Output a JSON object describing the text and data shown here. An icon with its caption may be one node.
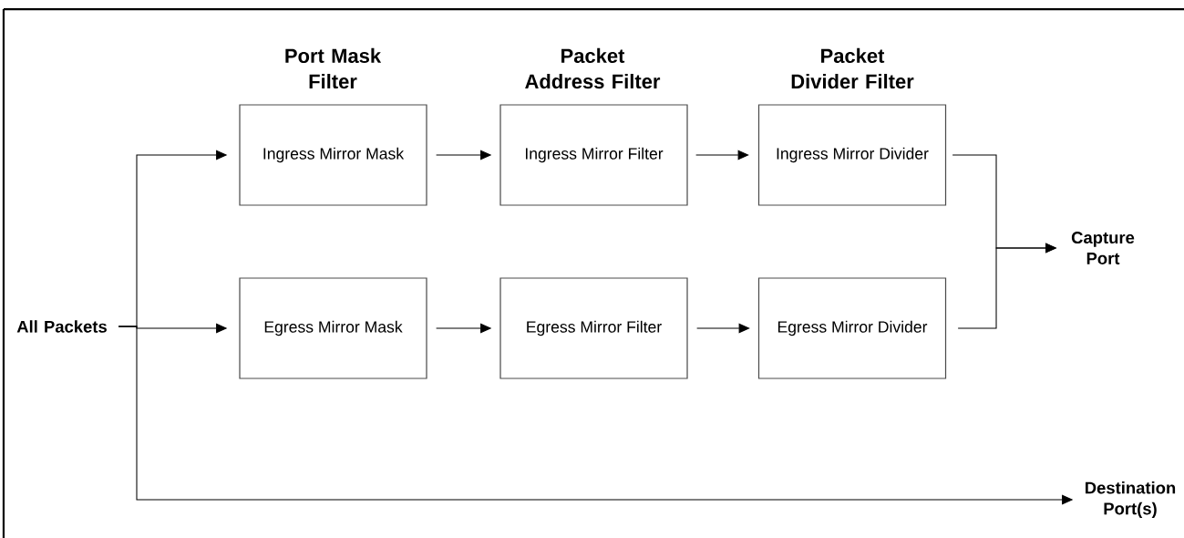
{
  "diagram": {
    "nodes": [
      {
        "text": [
          "All Packets"
        ]
      },
      {
        "text": [
          "Ingress Mirror Mask"
        ]
      },
      {
        "text": [
          "Ingress Mirror Filter"
        ]
      },
      {
        "text": [
          "Ingress Mirror Divider"
        ]
      },
      {
        "text": [
          "Egress Mirror Mask"
        ]
      },
      {
        "text": [
          "Egress Mirror Filter"
        ]
      },
      {
        "text": [
          "Egress Mirror Divider"
        ]
      },
      {
        "text": [
          "Capture Port"
        ]
      },
      {
        "text": [
          "Destination Port(s)"
        ]
      }
    ],
    "edges": [
      {
        "from": 0,
        "to": 1,
        "arrow": "to"
      },
      {
        "from": 0,
        "to": 4,
        "arrow": "to"
      },
      {
        "from": 0,
        "to": 8,
        "arrow": "to"
      },
      {
        "from": 1,
        "to": 2,
        "arrow": "to"
      },
      {
        "from": 2,
        "to": 3,
        "arrow": "to"
      },
      {
        "from": 4,
        "to": 5,
        "arrow": "to"
      },
      {
        "from": 5,
        "to": 6,
        "arrow": "to"
      },
      {
        "from": 3,
        "to": 7,
        "arrow": "to"
      },
      {
        "from": 6,
        "to": 7,
        "arrow": "to"
      }
    ],
    "labels": [
      "Port Mask Filter",
      "Packet Address Filter",
      "Packet Divider Filter"
    ]
  }
}
